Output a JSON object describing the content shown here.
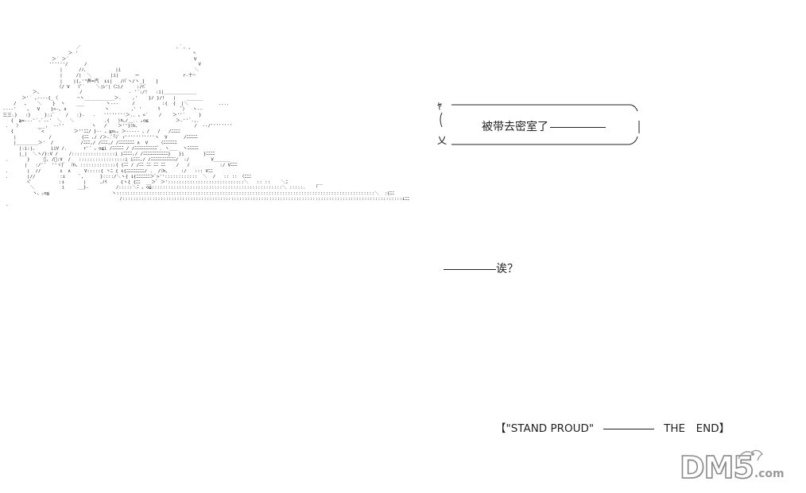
{
  "speech_bubble": {
    "text": "被带去密室了",
    "mark_top": "ﾔ",
    "mark_bottom": "乂"
  },
  "second_line": {
    "text": "诶？"
  },
  "ending": {
    "open_bracket": "【",
    "title": "\"STAND PROUD\"",
    "the_end": "THE　END",
    "close_bracket": "】"
  },
  "watermark": {
    "brand": "DM5",
    "suffix": ".com"
  },
  "colors": {
    "ink": "#222222",
    "background": "#ffffff",
    "watermark": "#8a8a8a"
  }
}
